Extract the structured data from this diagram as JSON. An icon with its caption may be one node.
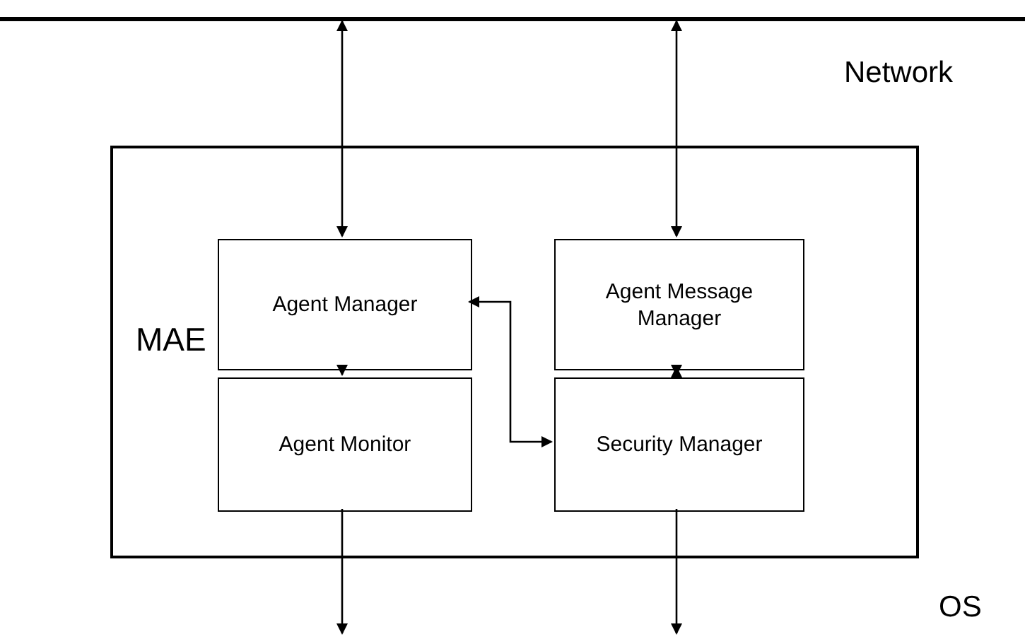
{
  "diagram": {
    "nodes": [
      {
        "text": [],
        "shape": "bar",
        "beside": [
          "Network"
        ]
      },
      {
        "text": [
          "MAE"
        ]
      },
      {
        "text": [
          "Agent Manager"
        ],
        "in": 1
      },
      {
        "text": [
          "Agent Message Manager"
        ],
        "in": 1
      },
      {
        "text": [
          "Agent Monitor"
        ],
        "in": 1
      },
      {
        "text": [
          "Security Manager"
        ],
        "in": 1
      }
    ],
    "edges": [
      {
        "from": 0,
        "to": 2,
        "arrow": "both"
      },
      {
        "from": 0,
        "to": 3,
        "arrow": "both"
      },
      {
        "from": 2,
        "to": 4,
        "arrow": "to"
      },
      {
        "from": 2,
        "to": 5,
        "arrow": "both"
      },
      {
        "from": 3,
        "to": 5,
        "arrow": "both"
      },
      {
        "from": 4,
        "to": null,
        "arrow": "to"
      },
      {
        "from": 5,
        "to": null,
        "arrow": "to"
      }
    ],
    "labels": [
      "OS"
    ]
  }
}
